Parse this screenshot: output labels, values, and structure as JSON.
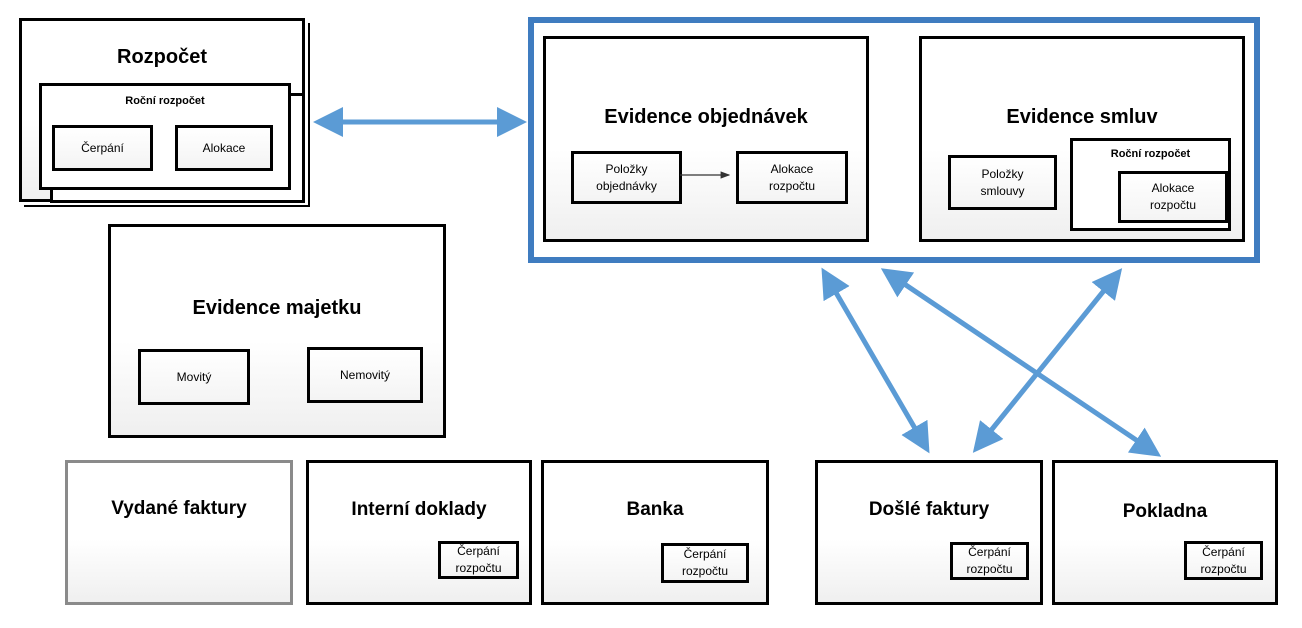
{
  "rozpocet": {
    "title": "Rozpočet",
    "rocni_title": "Roční rozpočet",
    "cerpani": "Čerpání",
    "alokace": "Alokace"
  },
  "evidence_group": {
    "objednavky": {
      "title": "Evidence objednávek",
      "polozky": [
        "Položky",
        "objednávky"
      ],
      "alokace": [
        "Alokace",
        "rozpočtu"
      ]
    },
    "smlouvy": {
      "title": "Evidence smluv",
      "polozky": [
        "Položky",
        "smlouvy"
      ],
      "rocni_title": "Roční rozpočet",
      "alokace": [
        "Alokace",
        "rozpočtu"
      ]
    }
  },
  "majetek": {
    "title": "Evidence majetku",
    "movity": "Movitý",
    "nemovity": "Nemovitý"
  },
  "bottom": {
    "vydane": "Vydané faktury",
    "interni": {
      "title": "Interní doklady",
      "cerpani": [
        "Čerpání",
        "rozpočtu"
      ]
    },
    "banka": {
      "title": "Banka",
      "cerpani": [
        "Čerpání",
        "rozpočtu"
      ]
    },
    "dosle": {
      "title": "Došlé faktury",
      "cerpani": [
        "Čerpání",
        "rozpočtu"
      ]
    },
    "pokladna": {
      "title": "Pokladna",
      "cerpani": [
        "Čerpání",
        "rozpočtu"
      ]
    }
  },
  "colors": {
    "accent": "#3f7cc0",
    "arrow": "#5b9bd5",
    "border": "#000000",
    "gray_border": "#8a8a8a"
  }
}
